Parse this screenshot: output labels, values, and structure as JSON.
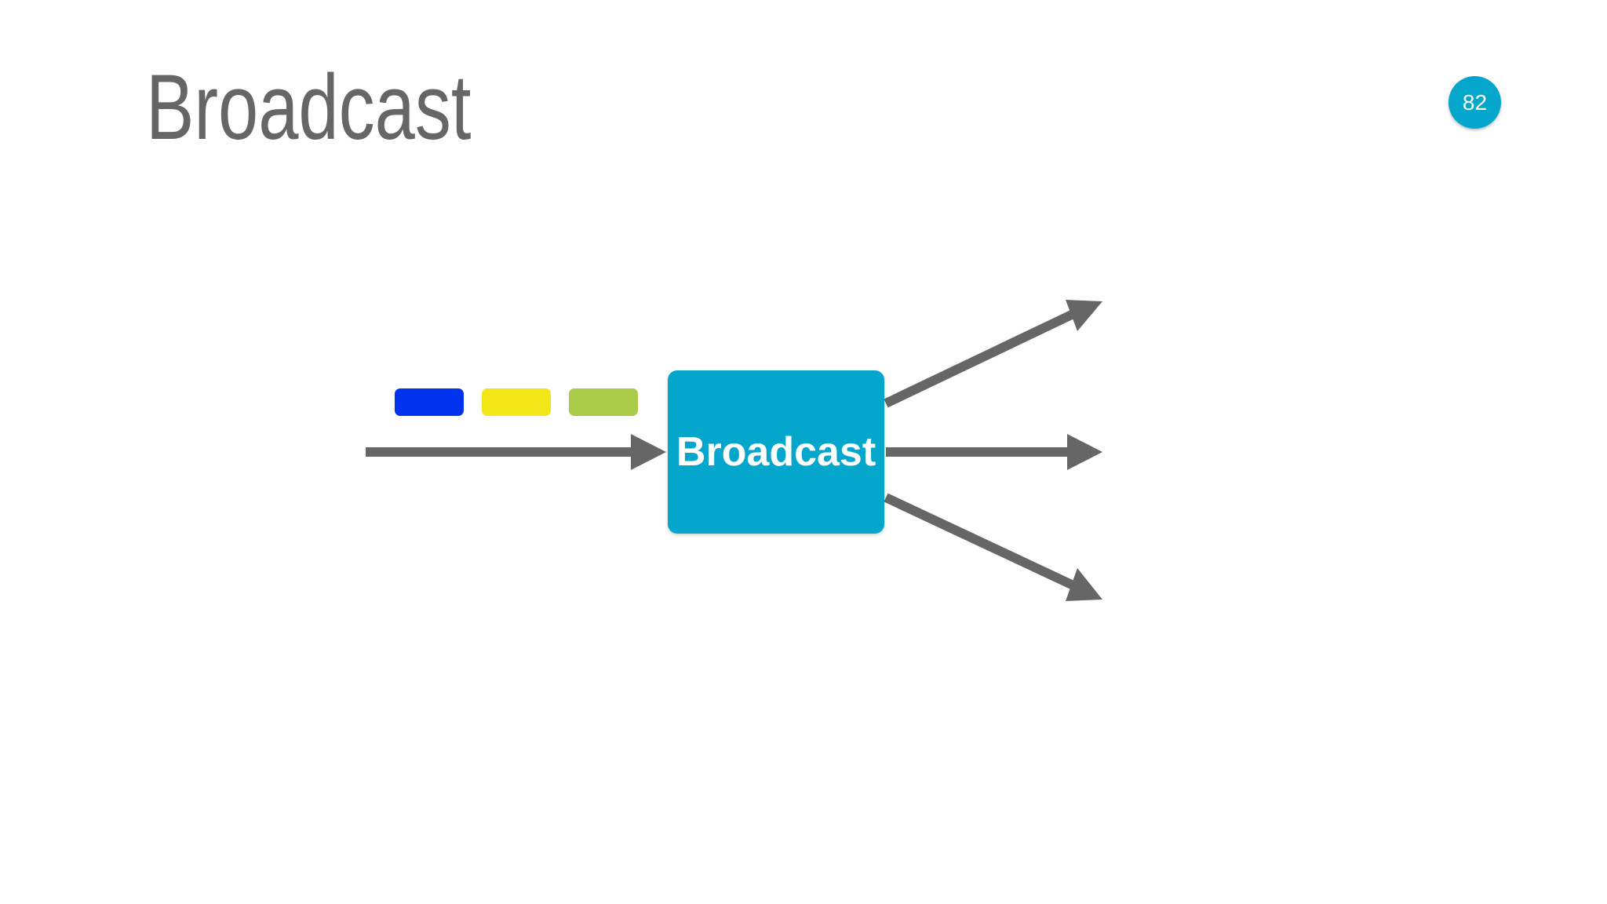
{
  "slide": {
    "title": "Broadcast",
    "page_number": "82"
  },
  "diagram": {
    "node_label": "Broadcast",
    "messages": [
      {
        "color": "#0033ee"
      },
      {
        "color": "#f2e518"
      },
      {
        "color": "#a9cb48"
      }
    ],
    "outputs": [
      "up",
      "straight",
      "down"
    ]
  },
  "colors": {
    "accent": "#05a6cb",
    "title_text": "#666666",
    "arrow": "#666666",
    "background": "#fefefe"
  }
}
